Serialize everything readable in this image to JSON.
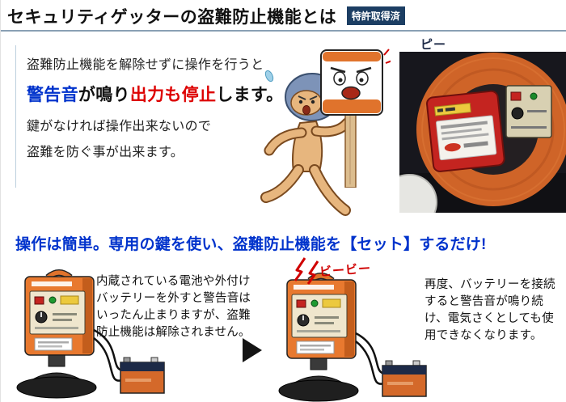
{
  "header": {
    "title": "セキュリティゲッターの盗難防止機能とは",
    "badge": "特許取得済"
  },
  "intro": {
    "line1": "盗難防止機能を解除せずに操作を行うと",
    "warn_word": "警告音",
    "mid1": "が鳴り",
    "stop_word": "出力も停止",
    "mid2": "します。",
    "line3": "鍵がなければ操作出来ないので",
    "line4": "盗難を防ぐ事が出来ます。"
  },
  "headline": "操作は簡単。専用の鍵を使い、盗難防止機能を【セット】するだけ!",
  "steps": {
    "left_text": "内蔵されている電池や外付けバッテリーを外すと警告音はいったん止まりますが、盗難防止機能は解除されません。",
    "right_text": "再度、バッテリーを接続すると警告音が鳴り続け、電気さくとしても使用できなくなります。"
  },
  "effects": {
    "beep_short": "ピー",
    "beep_long": "ビービー"
  },
  "colors": {
    "accent_blue": "#0033cc",
    "alert_red": "#dd0000",
    "badge_navy": "#1c3e63",
    "device_orange": "#e0732c"
  }
}
